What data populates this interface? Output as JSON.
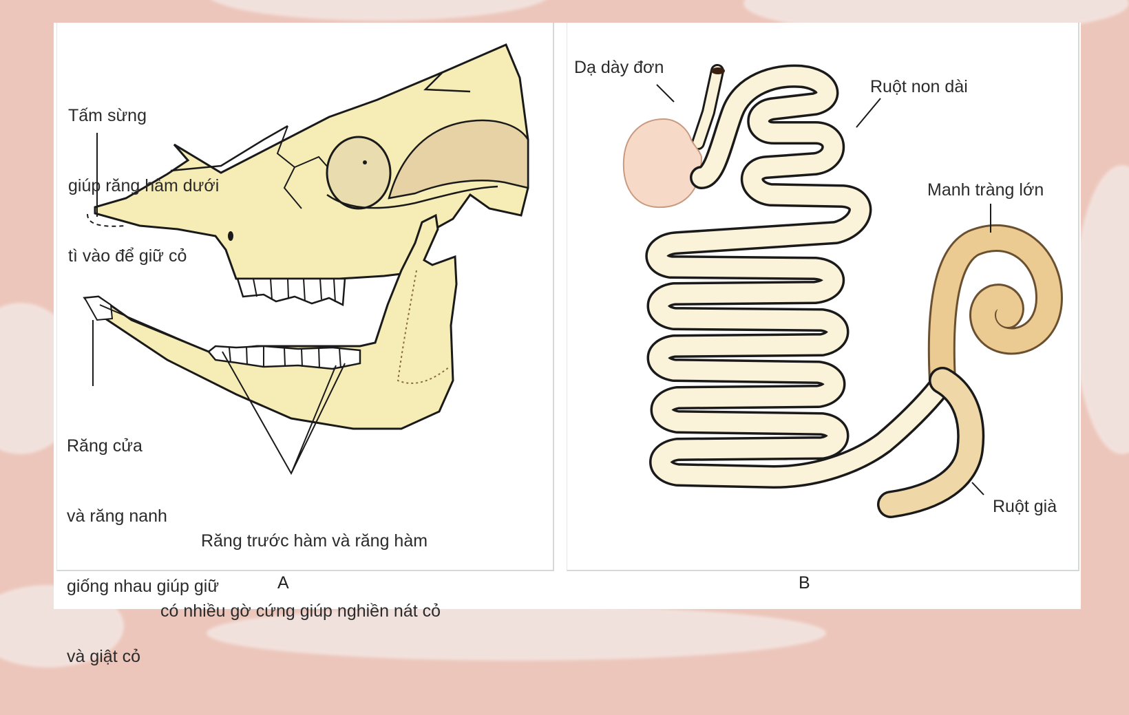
{
  "figure": {
    "panel_a": {
      "caption": "A",
      "subject": "skull-of-herbivore",
      "labels": {
        "horn_plate": [
          "Tấm sừng",
          "giúp răng hàm dưới",
          "tì vào để giữ cỏ"
        ],
        "incisors": [
          "Răng cửa",
          "và răng nanh",
          "giống nhau giúp giữ",
          "và giật cỏ"
        ],
        "molars": [
          "Răng trước hàm và răng hàm",
          "có nhiều gờ cứng giúp nghiền nát cỏ"
        ]
      }
    },
    "panel_b": {
      "caption": "B",
      "subject": "digestive-tract",
      "labels": {
        "stomach": "Dạ dày đơn",
        "small_intestine": "Ruột non dài",
        "cecum": "Manh tràng lớn",
        "large_intestine": "Ruột già"
      }
    },
    "colors": {
      "background": "#ecc6bb",
      "card": "#ffffff",
      "bone_fill": "#f6edb6",
      "intestine_fill": "#fbf2da",
      "cecum_fill": "#ebcb91",
      "stomach_fill": "#f7d9c8",
      "outline": "#1a1a1a"
    }
  }
}
